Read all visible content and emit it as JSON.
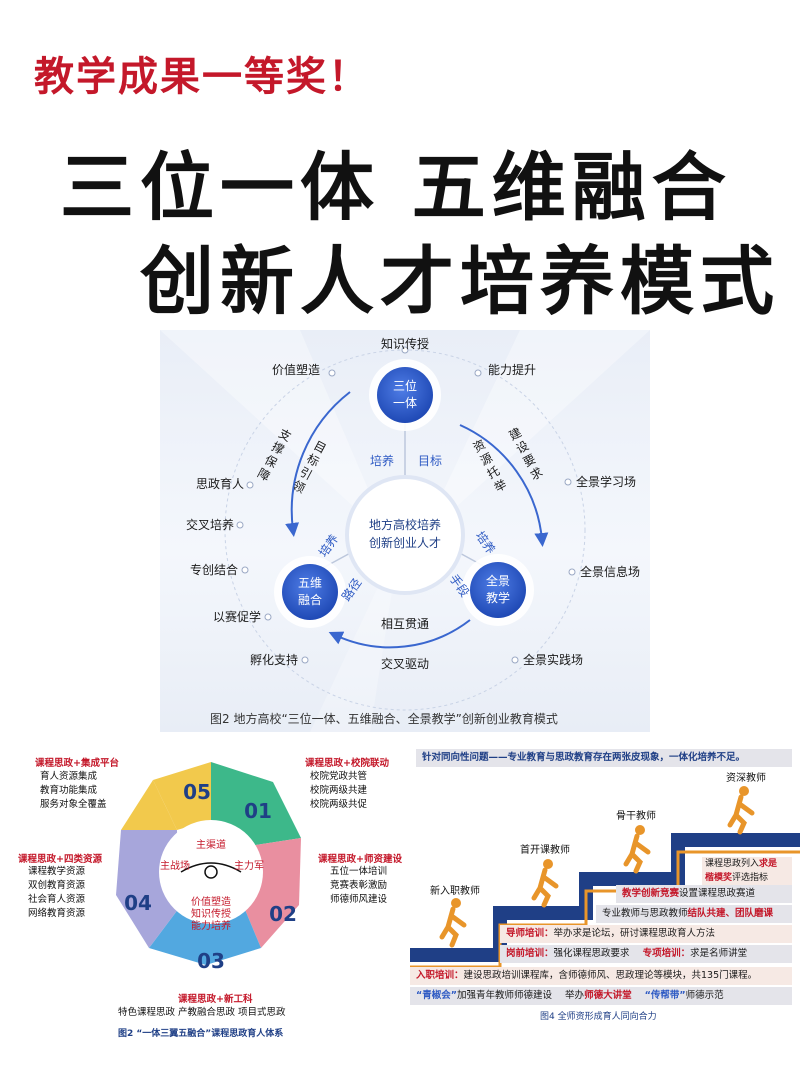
{
  "header": {
    "award": "教学成果一等奖！",
    "title_line1": "三位一体 五维融合",
    "title_line2": "创新人才培养模式"
  },
  "figure1": {
    "center_line1": "地方高校培养",
    "center_line2": "创新创业人才",
    "node_top_l1": "三位",
    "node_top_l2": "一体",
    "node_left_l1": "五维",
    "node_left_l2": "融合",
    "node_right_l1": "全景",
    "node_right_l2": "教学",
    "label_peiyang_top": "培养",
    "label_mubiao": "目标",
    "arc_left_outer": "支撑保障",
    "arc_left_inner": "目标引领",
    "arc_right_outer": "建设要求",
    "arc_right_inner": "资源托举",
    "label_peiyang_left": "培养",
    "label_lujing": "路径",
    "label_peiyang_right": "培养",
    "label_shouduan": "手段",
    "label_xianghu": "相互贯通",
    "label_jiaocha_qudong": "交叉驱动",
    "outer_top": "知识传授",
    "outer_left": [
      "价值塑造",
      "思政育人",
      "交叉培养",
      "专创结合",
      "以赛促学",
      "孵化支持"
    ],
    "outer_right": [
      "能力提升",
      "全景学习场",
      "全景信息场",
      "全景实践场"
    ],
    "caption": "图2  地方高校“三位一体、五维融合、全景教学”创新创业教育模式"
  },
  "figure2": {
    "seg_nums": [
      "05",
      "01",
      "02",
      "03",
      "04"
    ],
    "tl_title": "课程思政+集成平台",
    "tl_items": [
      "育人资源集成",
      "教育功能集成",
      "服务对象全覆盖"
    ],
    "tr_title": "课程思政+校院联动",
    "tr_items": [
      "校院党政共管",
      "校院两级共建",
      "校院两级共促"
    ],
    "l_title": "课程思政+四类资源",
    "l_items": [
      "课程教学资源",
      "双创教育资源",
      "社会育人资源",
      "网络教育资源"
    ],
    "r_title": "课程思政+师资建设",
    "r_items": [
      "五位一体培训",
      "竞赛表彰激励",
      "师德师风建设"
    ],
    "bottom_title": "课程思政+新工科",
    "bottom_items": "特色课程思政   产教融合思政   项目式思政",
    "inner": [
      "主渠道",
      "主战场",
      "主力军"
    ],
    "inner_values": [
      "价值塑造",
      "知识传授",
      "能力培养"
    ],
    "caption": "图2  “一体三翼五融合”课程思政育人体系"
  },
  "figure3": {
    "top_bar": "针对同向性问题——专业教育与思政教育存在两张皮现象，一体化培养不足。",
    "stage_labels": [
      "新入职教师",
      "首开课教师",
      "骨干教师",
      "资深教师"
    ],
    "box1_a": "课程思政列入",
    "box1_b": "求是",
    "box1_c": "楷模奖",
    "box1_d": "评选指标",
    "row1_a": "教学创新竞赛",
    "row1_b": "设置课程思政赛道",
    "row2_a": "专业教师与思政教师",
    "row2_b": "结队共建、团队磨课",
    "row3_a": "导师培训：",
    "row3_b": "举办求是论坛，研讨课程思政育人方法",
    "row4_a": "岗前培训：",
    "row4_b": "强化课程思政要求",
    "row4_c": "专项培训：",
    "row4_d": "求是名师讲堂",
    "row5_a": "入职培训：",
    "row5_b": "建设思政培训课程库，含师德师风、思政理论等模块，共135门课程。",
    "row6": [
      "“青椒会”",
      "加强青年教师师德建设",
      "举办",
      "师德大讲堂",
      "“传帮带”",
      "师德示范"
    ],
    "caption": "图4  全师资形成育人同向合力"
  },
  "colors": {
    "red": "#c4182a",
    "blue": "#2f5bc4",
    "navy": "#1f3f86",
    "orange": "#e8952a",
    "seg_yellow": "#f2c94c",
    "seg_green": "#3db88a",
    "seg_pink": "#e98fa0",
    "seg_blue": "#52a8e0",
    "seg_lavender": "#a7a6db"
  }
}
